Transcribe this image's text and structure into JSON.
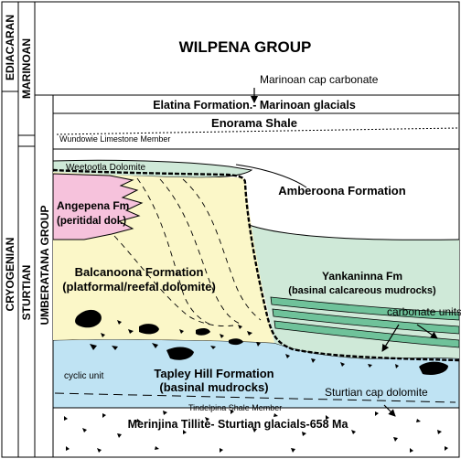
{
  "columns": {
    "era": [
      {
        "label": "EDIACARAN"
      },
      {
        "label": "CRYOGENIAN"
      }
    ],
    "period": [
      {
        "label": "MARINOAN"
      },
      {
        "label": "STURTIAN"
      }
    ],
    "group": {
      "label": "UMBERATANA GROUP"
    }
  },
  "units": {
    "wilpena": "WILPENA GROUP",
    "marinoan_cap": "Marinoan cap carbonate",
    "elatina": "Elatina Formation.- Marinoan glacials",
    "enorama": "Enorama Shale",
    "wundowie": "Wundowie Limestone Member",
    "weetootla": "Weetootla Dolomite",
    "amberoona": "Amberoona Formation",
    "angepena_1": "Angepena Fm",
    "angepena_2": "(peritidal dol.)",
    "balcanoona_1": "Balcanoona Formation",
    "balcanoona_2": "(platformal/reefal dolomite)",
    "yankaninna_1": "Yankaninna Fm",
    "yankaninna_2": "(basinal calcareous mudrocks)",
    "carbonate_units": "carbonate units",
    "cyclic_unit": "cyclic unit",
    "tapley_1": "Tapley Hill Formation",
    "tapley_2": "(basinal mudrocks)",
    "sturtian_cap": "Sturtian cap dolomite",
    "tindelpina": "Tindelpina Shale Member",
    "merinjina": "Merinjina Tillite- Sturtian glacials-658 Ma"
  },
  "colors": {
    "outline": "#000000",
    "weetootla": "#cfe9d8",
    "angepena": "#f6c2dc",
    "balcanoona": "#fbf7c8",
    "yankaninna": "#cfe9d8",
    "carbonate_band": "#6fc29a",
    "tapley": "#bfe3f3",
    "merinjina": "#ffffff"
  }
}
